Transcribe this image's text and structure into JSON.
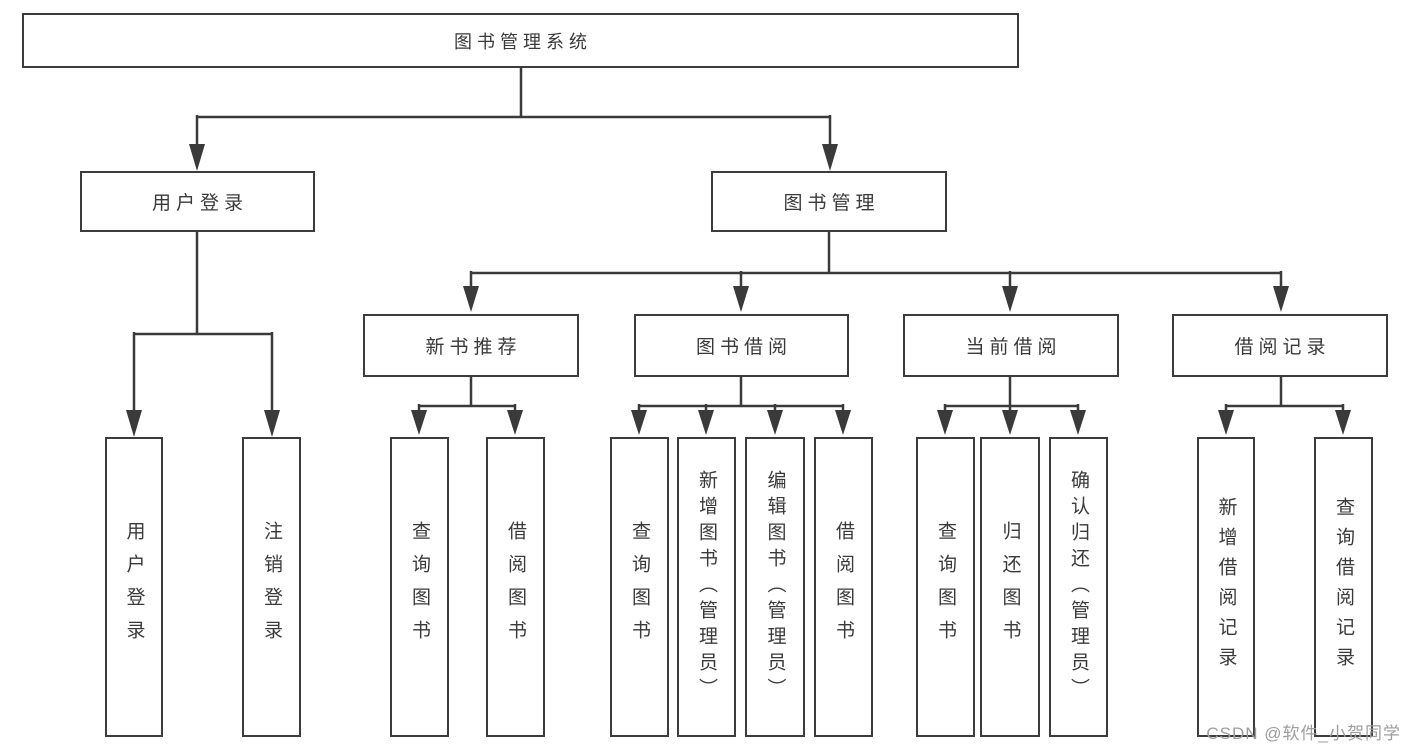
{
  "tree": {
    "label": "图书管理系统",
    "children": [
      {
        "label": "用户登录",
        "children": [
          {
            "label": "用户登录"
          },
          {
            "label": "注销登录"
          }
        ]
      },
      {
        "label": "图书管理",
        "children": [
          {
            "label": "新书推荐",
            "children": [
              {
                "label": "查询图书"
              },
              {
                "label": "借阅图书"
              }
            ]
          },
          {
            "label": "图书借阅",
            "children": [
              {
                "label": "查询图书"
              },
              {
                "label": "新增图书（管理员）"
              },
              {
                "label": "编辑图书（管理员）"
              },
              {
                "label": "借阅图书"
              }
            ]
          },
          {
            "label": "当前借阅",
            "children": [
              {
                "label": "查询图书"
              },
              {
                "label": "归还图书"
              },
              {
                "label": "确认归还（管理员）"
              }
            ]
          },
          {
            "label": "借阅记录",
            "children": [
              {
                "label": "新增借阅记录"
              },
              {
                "label": "查询借阅记录"
              }
            ]
          }
        ]
      }
    ]
  },
  "watermark": "CSDN @软件_小贺同学",
  "colors": {
    "line": "#3a3a3a",
    "box_border": "#3c3c3c",
    "text": "#3a3a3a",
    "background": "#ffffff",
    "watermark": "#9d9d9d"
  }
}
